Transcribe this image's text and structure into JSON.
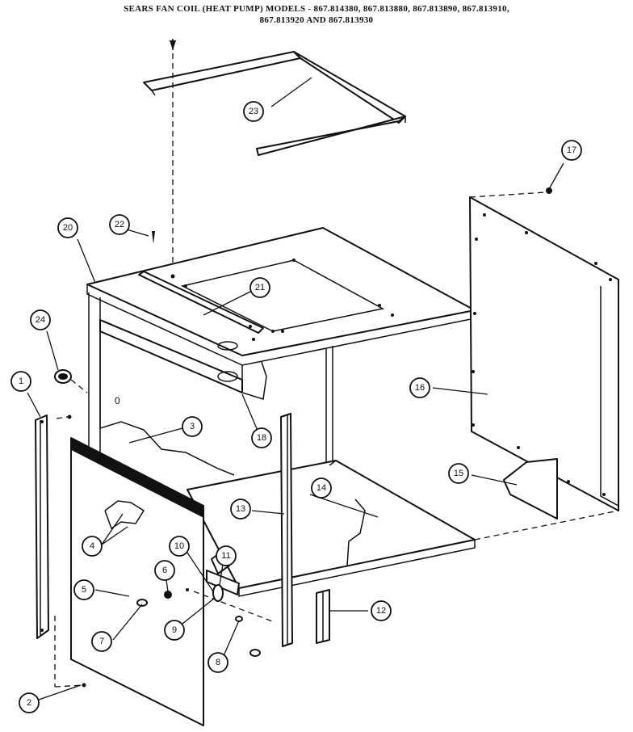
{
  "title": {
    "line1": "SEARS FAN COIL (HEAT PUMP) MODELS - 867.814380, 867.813880, 867.813890, 867.813910,",
    "line2": "867.813920 AND 867.813930"
  },
  "callouts": [
    "1",
    "2",
    "3",
    "4",
    "5",
    "6",
    "7",
    "8",
    "9",
    "10",
    "11",
    "12",
    "13",
    "14",
    "15",
    "16",
    "17",
    "18",
    "20",
    "21",
    "22",
    "23",
    "24"
  ]
}
